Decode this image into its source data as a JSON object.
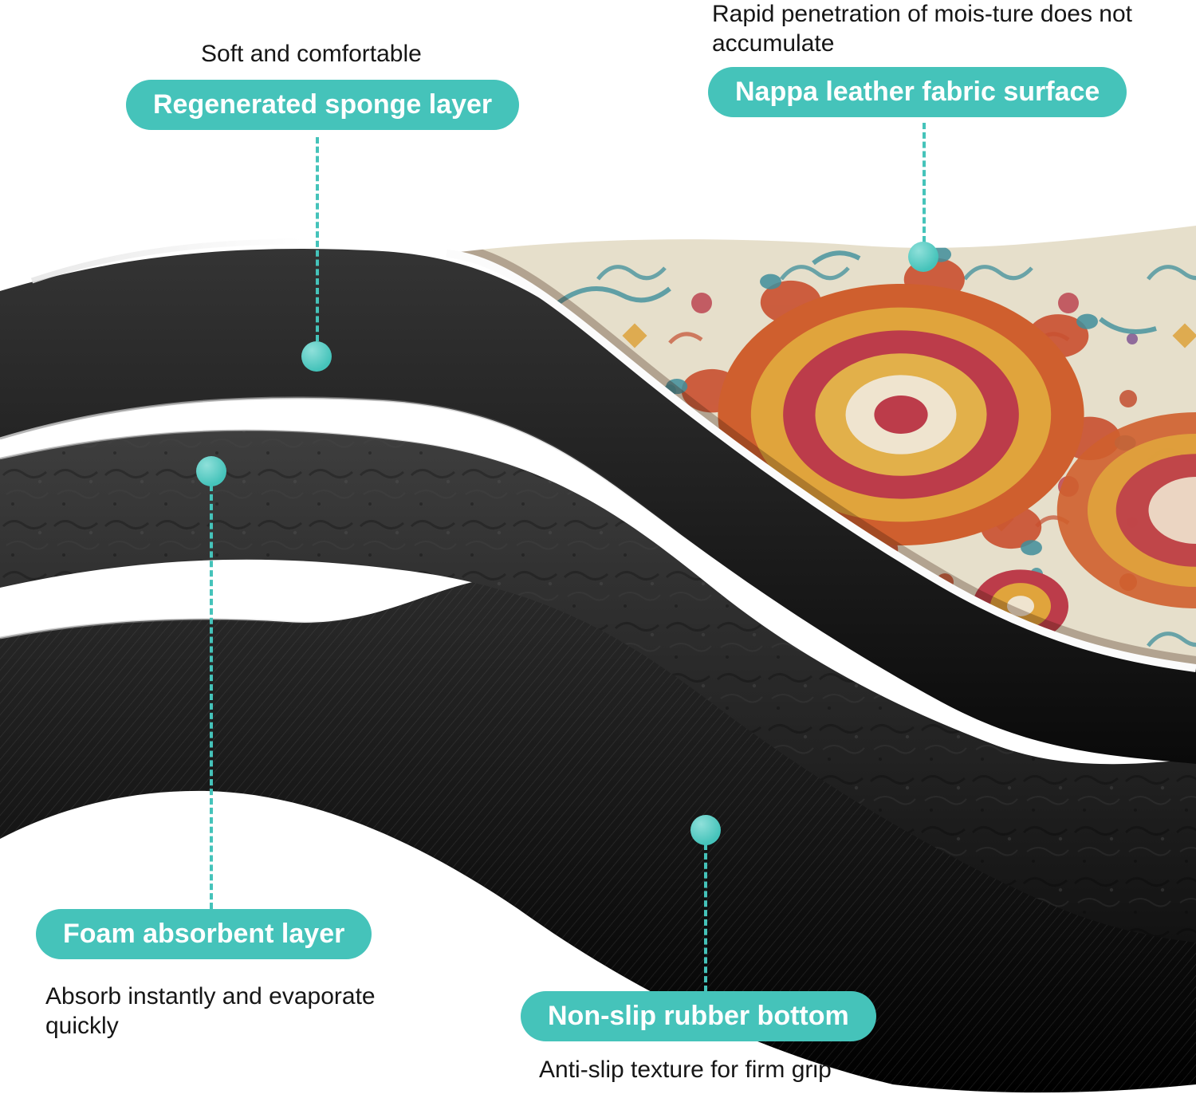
{
  "callouts": {
    "sponge": {
      "caption": "Soft and comfortable",
      "label": "Regenerated sponge layer"
    },
    "surface": {
      "caption": "Rapid penetration of mois-ture does not accumulate",
      "label": "Nappa leather fabric surface"
    },
    "foam": {
      "label": "Foam absorbent layer",
      "caption": "Absorb instantly and evaporate quickly"
    },
    "rubber": {
      "label": "Non-slip rubber bottom",
      "caption": "Anti-slip texture for firm grip"
    }
  },
  "colors": {
    "teal": "#45c3ba",
    "caption_text": "#161616",
    "pill_text": "#ffffff"
  }
}
